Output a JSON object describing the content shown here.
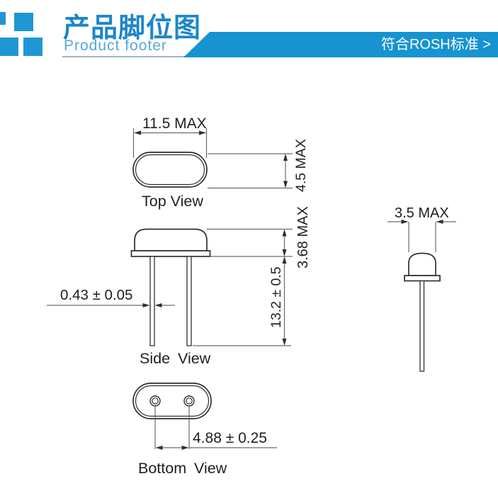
{
  "header": {
    "title": "产品脚位图",
    "subtitle": "Product footer",
    "banner_label": "符合ROSH标准 >"
  },
  "colors": {
    "brand_blue": "#1E97D4",
    "title_blue": "#1D86C8",
    "subtitle_blue": "#56A8D8",
    "banner_blue": "#1793D2",
    "line_dark": "#2F2F2F",
    "line_dim": "#6A6A6A",
    "text_dark": "#1F1F1F"
  },
  "views": {
    "top": {
      "label": "Top View",
      "width_dim": "11.5 MAX",
      "height_dim": "4.5 MAX"
    },
    "side": {
      "label_word1": "Side",
      "label_word2": "View",
      "lead_diameter_dim": "0.43 ± 0.05",
      "lead_length_dim": "13.2 ± 0.5",
      "body_height_dim": "3.68 MAX"
    },
    "front": {
      "width_dim": "3.5 MAX"
    },
    "bottom": {
      "label_word1": "Bottom",
      "label_word2": "View",
      "pin_spacing_dim": "4.88 ± 0.25"
    }
  }
}
